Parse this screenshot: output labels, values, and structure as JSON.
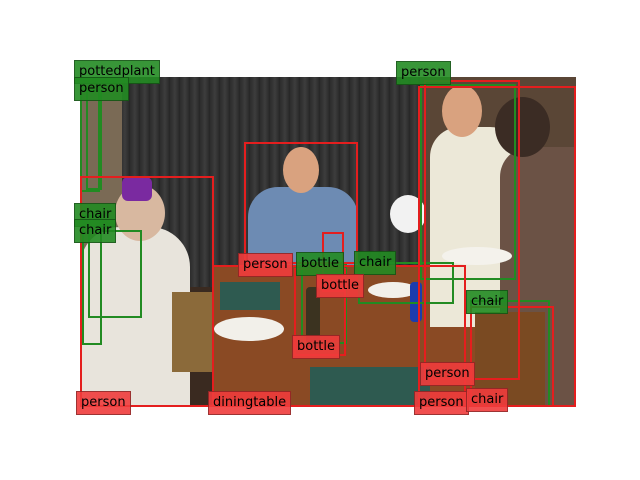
{
  "image": {
    "description_colors": {
      "green_label": "#228B22",
      "red_label": "#F03C3C"
    }
  },
  "detections": [
    {
      "label": "pottedplant",
      "color": "green"
    },
    {
      "label": "person",
      "color": "green"
    },
    {
      "label": "person",
      "color": "green"
    },
    {
      "label": "chair",
      "color": "green"
    },
    {
      "label": "chair",
      "color": "green"
    },
    {
      "label": "person",
      "color": "red"
    },
    {
      "label": "bottle",
      "color": "green"
    },
    {
      "label": "chair",
      "color": "green"
    },
    {
      "label": "bottle",
      "color": "red"
    },
    {
      "label": "chair",
      "color": "green"
    },
    {
      "label": "bottle",
      "color": "red"
    },
    {
      "label": "person",
      "color": "red"
    },
    {
      "label": "person",
      "color": "red"
    },
    {
      "label": "diningtable",
      "color": "red"
    },
    {
      "label": "person",
      "color": "red"
    },
    {
      "label": "chair",
      "color": "red"
    }
  ]
}
